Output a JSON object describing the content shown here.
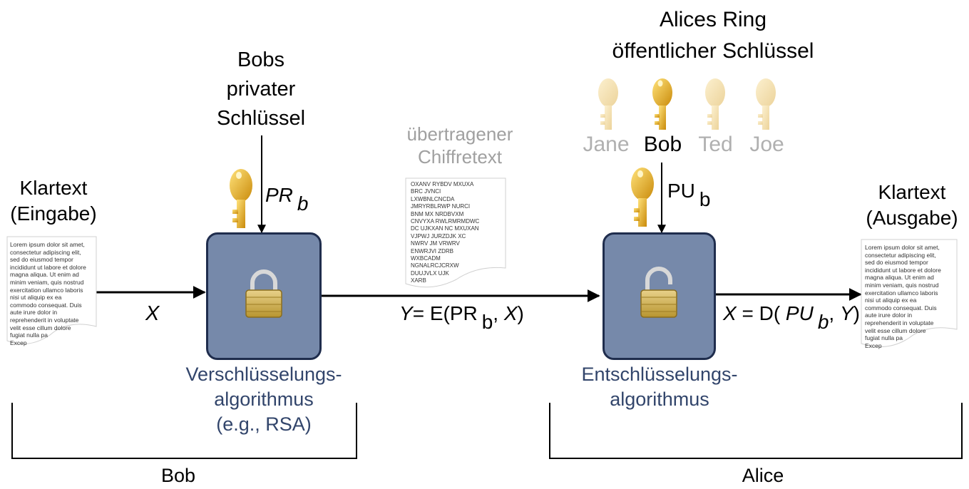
{
  "bob_key_label": [
    "Bobs",
    "privater",
    "Schlüssel"
  ],
  "ring_title": [
    "Alices Ring",
    "öffentlicher Schlüssel"
  ],
  "ring_names": [
    "Jane",
    "Bob",
    "Ted",
    "Joe"
  ],
  "cipher_caption": [
    "übertragener",
    "Chiffretext"
  ],
  "cipher_lines": "OXANV RYBDV MXUXA\nBRC JVNCI\nLXWBNLCNCDA\nJMRYRBLRWP NURCI\nBNM MX NRDBVXM\nCNVYXA RWLRMRMDWC\nDC UJKXAN NC MXUXAN\nVJPWJ JURZDJK XC\nNWRV JM VRWRV\nENWRJVI ZDRB\nWXBCADM\nNGNALRCJCRXW\nDUUJVLX UJK\nXARB",
  "plaintext_in_label": [
    "Klartext",
    "(Eingabe)"
  ],
  "plaintext_out_label": [
    "Klartext",
    "(Ausgabe)"
  ],
  "plaintext_lines": "Lorem ipsum dolor sit amet,\nconsectetur adipiscing elit,\nsed do eiusmod tempor\nincididunt ut labore et dolore\nmagna aliqua. Ut enim ad\nminim veniam, quis nostrud\nexercitation ullamco laboris\nnisi ut aliquip ex ea\ncommodo consequat. Duis\naute irure dolor in\nreprehenderit in voluptate\nvelit esse cillum dolore\nfugiat nulla pa\nExcep",
  "pr_label": {
    "main": "PR",
    "sub": "b"
  },
  "pu_label": {
    "main": "PU",
    "sub": "b"
  },
  "x_label": "X",
  "y_formula": {
    "y": "Y",
    "eq": "= E(PR",
    "sub": "b",
    "rest1": ", ",
    "x": "X",
    "rest2": ")"
  },
  "x_formula": {
    "x": "X",
    "eq": " = D( ",
    "pu": "PU",
    "sub": "b",
    "rest1": ", ",
    "y": "Y",
    "rest2": ")"
  },
  "enc_label": [
    "Verschlüsselungs-",
    "algorithmus",
    "(e.g., RSA)"
  ],
  "dec_label": [
    "Entschlüsselungs-",
    "algorithmus"
  ],
  "bob_group": "Bob",
  "alice_group": "Alice",
  "colors": {
    "box_fill": "#7689aa",
    "box_border": "#1f2d4d",
    "key_gold": "#e0a81c",
    "key_faded": "#f3deb0",
    "algo_text": "#32456b",
    "faded_text": "#b0b0b0"
  }
}
